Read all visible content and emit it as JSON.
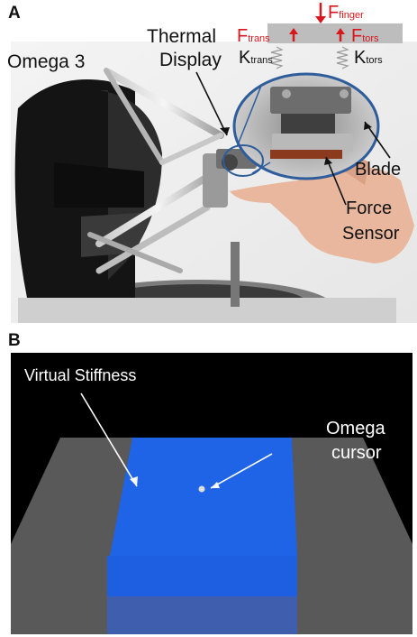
{
  "panel_a": {
    "letter": "A",
    "labels": {
      "omega3": "Omega 3",
      "thermal_line1": "Thermal",
      "thermal_line2": "Display",
      "blade": "Blade",
      "force_line1": "Force",
      "force_line2": "Sensor"
    },
    "schematic": {
      "f_finger_main": "F",
      "f_finger_sub": "finger",
      "f_trans_main": "F",
      "f_trans_sub": "trans",
      "f_tors_main": "F",
      "f_tors_sub": "tors",
      "k_trans_main": "K",
      "k_trans_sub": "trans",
      "k_tors_main": "K",
      "k_tors_sub": "tors"
    }
  },
  "panel_b": {
    "letter": "B",
    "labels": {
      "virtual_stiffness": "Virtual Stiffness",
      "omega_line1": "Omega",
      "omega_line2": "cursor"
    }
  },
  "colors": {
    "force_label_red": "#d8161d",
    "cube_blue": "#1f63e6",
    "floor_gray": "#595959",
    "background_black": "#000000"
  }
}
